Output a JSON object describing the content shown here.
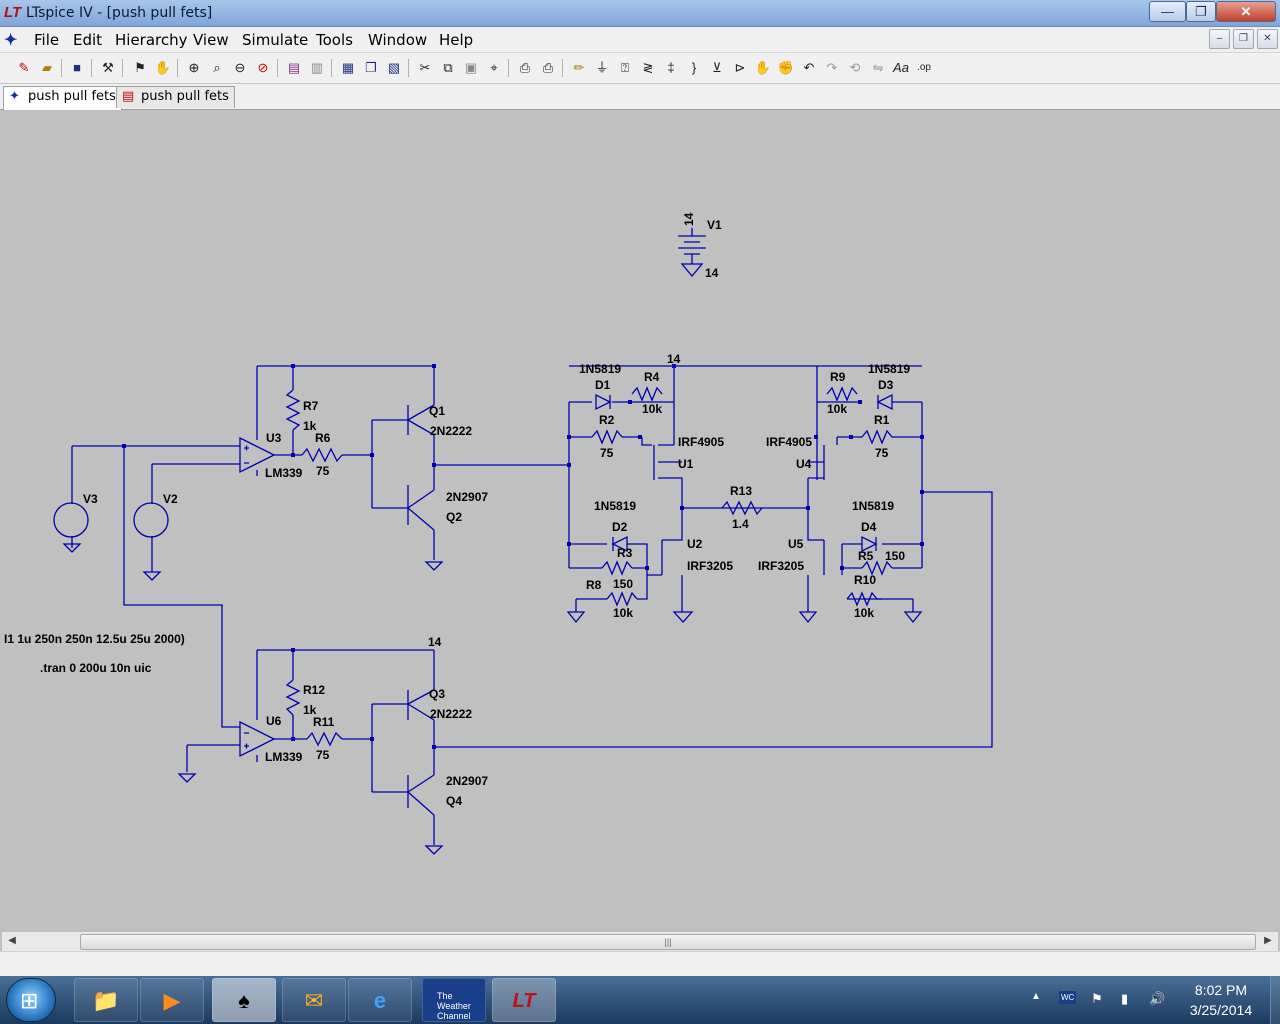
{
  "window": {
    "title": "LTspice IV - [push pull fets]",
    "btn_min": "—",
    "btn_max": "❐",
    "btn_close": "✕"
  },
  "menu": [
    "File",
    "Edit",
    "Hierarchy",
    "View",
    "Simulate",
    "Tools",
    "Window",
    "Help"
  ],
  "mdi_buttons": {
    "min": "–",
    "restore": "❐",
    "close": "✕"
  },
  "tabs": [
    {
      "label": "push pull fets",
      "icon": "schematic-icon"
    },
    {
      "label": "push pull fets",
      "icon": "waveform-icon"
    }
  ],
  "schematic": {
    "v1": {
      "name": "V1",
      "value": "14",
      "net": "14"
    },
    "top_net": "14",
    "bottom_net": "14",
    "u3": {
      "name": "U3",
      "model": "LM339"
    },
    "u6": {
      "name": "U6",
      "model": "LM339"
    },
    "r7": {
      "name": "R7",
      "value": "1k"
    },
    "r6": {
      "name": "R6",
      "value": "75"
    },
    "r12": {
      "name": "R12",
      "value": "1k"
    },
    "r11": {
      "name": "R11",
      "value": "75"
    },
    "q1": {
      "name": "Q1",
      "model": "2N2222"
    },
    "q2": {
      "name": "Q2",
      "model": "2N2907"
    },
    "q3": {
      "name": "Q3",
      "model": "2N2222"
    },
    "q4": {
      "name": "Q4",
      "model": "2N2907"
    },
    "v3": "V3",
    "v2": "V2",
    "d1": {
      "name": "D1",
      "model": "1N5819"
    },
    "d2": {
      "name": "D2",
      "model": "1N5819"
    },
    "d3": {
      "name": "D3",
      "model": "1N5819"
    },
    "d4": {
      "name": "D4",
      "model": "1N5819"
    },
    "r4": {
      "name": "R4",
      "value": "10k"
    },
    "r2": {
      "name": "R2",
      "value": "75"
    },
    "r9": {
      "name": "R9",
      "value": "10k"
    },
    "r1": {
      "name": "R1",
      "value": "75"
    },
    "r3": {
      "name": "R3",
      "value": "150"
    },
    "r8": {
      "name": "R8",
      "value": "10k"
    },
    "r5": {
      "name": "R5",
      "value": "150"
    },
    "r10": {
      "name": "R10",
      "value": "10k"
    },
    "r13": {
      "name": "R13",
      "value": "1.4"
    },
    "u1": {
      "name": "U1",
      "model": "IRF4905"
    },
    "u4": {
      "name": "U4",
      "model": "IRF4905"
    },
    "u2": {
      "name": "U2",
      "model": "IRF3205"
    },
    "u5": {
      "name": "U5",
      "model": "IRF3205"
    },
    "directive_source": "I1 1u 250n 250n 12.5u 25u 2000)",
    "directive_tran": ".tran 0 200u 10n uic"
  },
  "scrollbar": {
    "left": "◀",
    "right": "▶",
    "grip": "|||"
  },
  "taskbar": {
    "apps": [
      {
        "name": "explorer",
        "icon": "folder-icon",
        "glyph": "📁"
      },
      {
        "name": "media-player",
        "icon": "media-player-icon",
        "glyph": "▶"
      },
      {
        "name": "solitaire",
        "icon": "spade-card-icon",
        "glyph": "♠"
      },
      {
        "name": "outlook",
        "icon": "outlook-icon",
        "glyph": "✉"
      },
      {
        "name": "internet-explorer",
        "icon": "ie-icon",
        "glyph": "e"
      },
      {
        "name": "weather",
        "icon": "weather-channel-icon",
        "label": "The Weather Channel"
      },
      {
        "name": "ltspice",
        "icon": "ltspice-icon",
        "glyph": "LT"
      }
    ],
    "tray": [
      "▲",
      "WC",
      "⚑",
      "▮",
      "🔊"
    ],
    "time": "8:02 PM",
    "date": "3/25/2014"
  },
  "colors": {
    "wire": "#0000b0",
    "canvas": "#c0c0c0",
    "accent": "#b01010"
  }
}
